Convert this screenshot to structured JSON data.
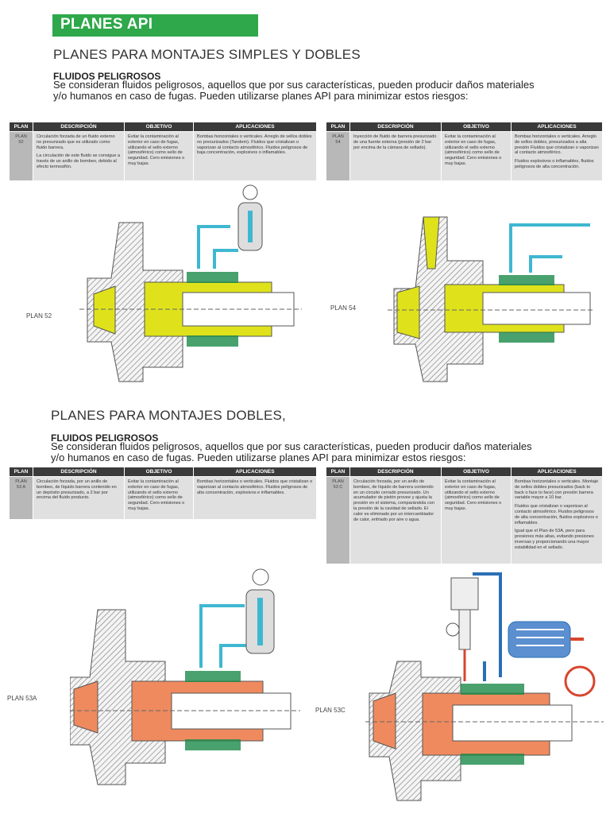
{
  "header": {
    "title": "PLANES API"
  },
  "section1": {
    "title": "PLANES PARA MONTAJES SIMPLES Y DOBLES",
    "subtitle": "FLUIDOS PELIGROSOS",
    "text_line1": "Se consideran fluidos peligrosos, aquellos que por sus características, pueden producir daños materiales",
    "text_line2": "y/o humanos en caso de fugas.  Pueden utilizarse planes API para minimizar estos riesgos:"
  },
  "section2": {
    "title": "PLANES PARA MONTAJES DOBLES,",
    "subtitle": "FLUIDOS PELIGROSOS",
    "text_line1": "Se consideran fluidos peligrosos, aquellos que por sus características, pueden producir daños materiales",
    "text_line2": "y/o humanos en caso de fugas.  Pueden utilizarse planes API para minimizar estos riesgos:"
  },
  "table_headers": {
    "plan": "PLAN",
    "descripcion": "DESCRIPCIÓN",
    "objetivo": "OBJETIVO",
    "aplicaciones": "APLICACIONES"
  },
  "plan52": {
    "plan": "PLAN 52",
    "desc1": "Circulación forzada de un fluido externo no presurizado que es utilizado como fluido barrera.",
    "desc2": "La circulación de este fluido se consigue a través de un anillo de bombeo, debido al efecto termosifón.",
    "objetivo": "Evitar la contaminación al exterior en caso de fugas, utilizando el sello externo (atmosférico) como sello de seguridad. Cero emisiones o muy bajas.",
    "aplicaciones": "Bombas horizontales o verticales. Arreglo de sellos dobles no presurizados (Tandem). Fluidos que cristalizan o vaporizan al contacto atmosférico. Fluidos peligrosos de baja concentración, explosivos o inflamables."
  },
  "plan54": {
    "plan": "PLAN 54",
    "desc1": "Inyección de fluido de barrera presurizado de una fuente externa (presión de  2 bar por encima de la cámara de sellado).",
    "objetivo": "Evitar la contaminación al exterior en caso de fugas, utilizando el sello externo (atmosférico) como sello de seguridad. Cero emisiones o muy bajas.",
    "aplicaciones1": "Bombas horizontales o verticales. Arreglo de sellos dobles, presurizados a alta presión Fluidos que cristalizan o vaporizan al contacto atmosférico.",
    "aplicaciones2": "Fluidos explosivos o inflamables, fluidos peligrosos de alta concentración."
  },
  "plan53a": {
    "plan": "PLAN 53 A",
    "desc1": "Circulación forzada, por un anillo de bombeo, de líquido barrera contenido en un depósito presurizado, a 2 bar por encima del fluido producto.",
    "objetivo": "Evitar la contaminación al exterior en caso de fugas, utilizando el sello externo (atmosférico) como sello de seguridad. Cero emisiones o muy bajas.",
    "aplicaciones": "Bombas horizontales o verticales. Fluidos que cristalizan o vaporizan al contacto atmosférico. Fluidos peligrosos de alta concentración, explosivos e inflamables."
  },
  "plan53c": {
    "plan": "PLAN 53 C",
    "desc1": "Circulación forzada, por un anillo de bombeo, de líquido de barrera contenido en un circuito cerrado presurizado. Un acumulador de pistón provee y ajusta la presión en el sistema, comparándola con la presión de la cavidad de sellado. El calor es eliminado por un intercambiador de calor, enfriado por aire o agua.",
    "objetivo": "Evitar la contaminación al exterior en caso de fugas, utilizando el sello externo (atmosférico) como sello de seguridad. Cero emisiones o muy bajas.",
    "aplicaciones1": "Bombas horizontales o verticales. Montaje de sellos dobles presurizados (back to back o face to face) con presión barrera variable mayor a 10 bar.",
    "aplicaciones2": "Fluidos que cristalizan o vaporizan al contacto atmosférico. Fluidos peligrosos de alta concentración, fluidos explosivos o inflamables.",
    "aplicaciones3": "Igual que el Plan de 53A, pero para presiones más altas, evitando presiones inversas y proporcionando una mayor estabilidad en el sellado."
  },
  "diagram_labels": {
    "d52": "PLAN 52",
    "d54": "PLAN 54",
    "d53a": "PLAN 53A",
    "d53c": "PLAN 53C"
  },
  "colors": {
    "header_green": "#2ea84a",
    "fluid_yellow": "#dfe21b",
    "fluid_orange": "#ef8a5f",
    "pipe_cyan": "#3fb7d1",
    "pipe_blue": "#2a6fb5",
    "pipe_red": "#d8452f",
    "seal_green": "#1c8a4a"
  }
}
